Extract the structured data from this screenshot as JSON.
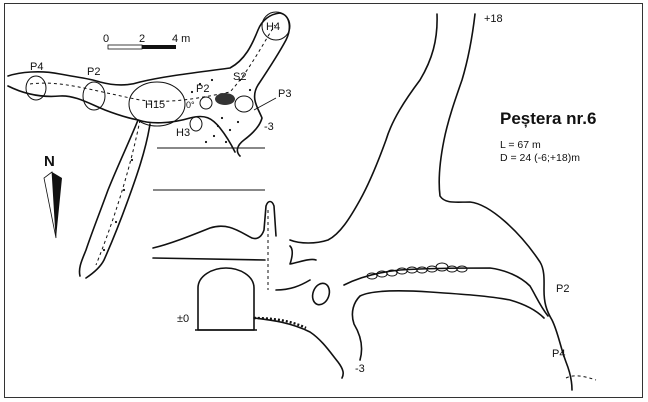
{
  "title": "Peștera nr.6",
  "stats": {
    "length": "L = 67 m",
    "depth": "D = 24 (-6;+18)m"
  },
  "scale": {
    "t0": "0",
    "t2": "2",
    "t4": "4 m"
  },
  "north": "N",
  "plan_labels": {
    "h4": "H4",
    "s2": "S2",
    "p2_mid": "P2",
    "p3": "P3",
    "h15": "H15",
    "h3": "H3",
    "p4_left": "P4",
    "p2_left": "P2",
    "minus3": "-3",
    "zero_deg": "0°"
  },
  "section_labels": {
    "plus18": "+18",
    "p2": "P2",
    "p4": "P4",
    "zero": "±0",
    "minus3": "-3"
  }
}
